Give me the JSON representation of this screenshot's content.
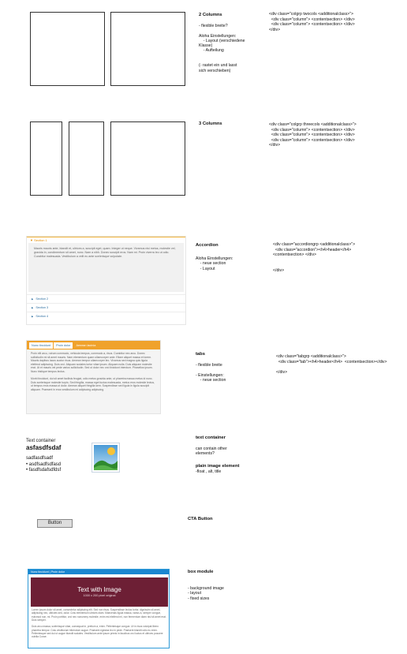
{
  "two_columns": {
    "title": "2 Columns",
    "notes": "- flexible breite?\n\nAloha Einstellungen:\n    - Layout (verschiedene\nKlasse)\n    - Aufteilung\n\n\n(- rastet ein und lasst\nsich verschieben)",
    "code": "<div class=\"colgrp twocols <additionalclass>\">\n  <div class=\"column\"> <contentsection> </div>\n  <div class=\"column\"> <contentsection> </div>\n</div>"
  },
  "three_columns": {
    "title": "3 Columns",
    "code": "<div class=\"colgrp threecols <additionalclass>\">\n  <div class=\"column\"> <contentsection> </div>\n  <div class=\"column\"> <contentsection> </div>\n  <div class=\"column\"> <contentsection> </div>\n</div>"
  },
  "accordion": {
    "title": "Accordion",
    "notes": "Aloha Einstellungen:\n    - neue section\n    - Layout",
    "code": "<div class=\"accordiongrp <additionalclass>\">\n  <div class=\"accordion\"><h4>header</h4>\n<contentsection> </div>\n\n\n</div>",
    "sections": [
      "Section 1",
      "Section 2",
      "Section 3",
      "Section 4"
    ],
    "body_text": "Mauris mauris ante, blandit et, ultrices a, suscipit eget, quam. Integer ut neque. Vivamus nisi metus, molestie vel, gravida in, condimentum sit amet, nunc. Nam a nibh. Donec suscipit eros. Nam mi. Proin viverra leo ut odio. Curabitur malesuada. Vestibulum a velit eu ante scelerisque vulputate."
  },
  "tabs": {
    "title": "tabs",
    "notes": "- flexible breite\n\n- Einstellungen:\n    - neue section",
    "code": "<div class=\"tabgrp <additionalclass>\">\n  <div class=\"tab\"><h4>header</h4>  <contentsection></div>\n\n</div>",
    "tab_labels": [
      "Nunc tincidunt",
      "Proin dolor",
      "Aenean lacinia"
    ],
    "body_text": "Proin elit arcu, rutrum commodo, vehicula tempus, commodo a, risus. Curabitur nec arcu. Donec sollicitudin mi sit amet mauris. Nam elementum quam ullamcorper ante. Etiam aliquet massa et lorem. Mauris dapibus lacus auctor risus. Aenean tempor ullamcorper leo. Vivamus sed magna quis ligula eleifend adipiscing. Duis orci. Aliquam sodales tortor vitae ipsum. Aliquam nulla. Duis aliquam molestie erat. Ut et mauris vel pede varius sollicitudin. Sed ut dolor nec orci tincidunt interdum. Phasellus ipsum. Nunc tristique tempus lectus.\n\nMorbi tincidunt, dui sit amet facilisis feugiat, odio metus gravida ante, ut pharetra massa metus id nunc. Duis scelerisque molestie turpis. Sed fringilla, massa eget luctus malesuada, metus eros molestie lectus, ut tempus eros massa ut dolor. Aenean aliquet fringilla sem. Suspendisse sed ligula in ligula suscipit aliquam. Praesent in eros vestibulum mi adipiscing adipiscing."
  },
  "text_container": {
    "label": "Text container",
    "heading": "asfasdfsdaf",
    "lines": [
      "sadfasdfsadf",
      "• asdfsadfsdfasd",
      "• fasdfsdafsdfdsf"
    ],
    "title": "text container",
    "notes": "can contain other\nelements?",
    "image_title": "plain image element",
    "image_notes": "-float , alt, title"
  },
  "cta": {
    "title": "CTA Button",
    "button_label": "Button"
  },
  "box_module": {
    "title": "box module",
    "notes": "- background image\n- layout\n- fixed sizes",
    "header_text": "Nunc tincidunt | Proin dolor",
    "image_title": "Text with Image",
    "image_sub": "1000 x 200 pixel original",
    "body_text": "Lorem ipsum dolor sit amet, consectetur adipiscing elit. Sed non risus. Suspendisse lectus tortor, dignissim sit amet, adipiscing nec, ultricies sed, dolor. Cras elementum ultrices diam. Maecenas ligula massa, varius a, semper congue, euismod non, mi. Proin porttitor, orci nec nonummy molestie, enim est eleifend mi, non fermentum diam nisl sit amet erat. Duis semper.\n\nDuis arcu massa, scelerisque vitae, consequat in, pretium a, enim. Pellentesque congue. Ut in risus volutpat libero pharetra tempor. Cras vestibulum bibendum augue. Praesent egestas leo in pede. Praesent blandit odio eu enim. Pellentesque sed dui ut augue blandit sodales. Vestibulum ante ipsum primis in faucibus orci luctus et ultrices posuere cubilia Curae."
  },
  "colors": {
    "accordion_accent": "#f2b33a",
    "tab_bar": "#f0a22b",
    "link": "#2c6ea0",
    "box_border": "#2f9bd8",
    "box_image_bg": "#6d1f35"
  }
}
